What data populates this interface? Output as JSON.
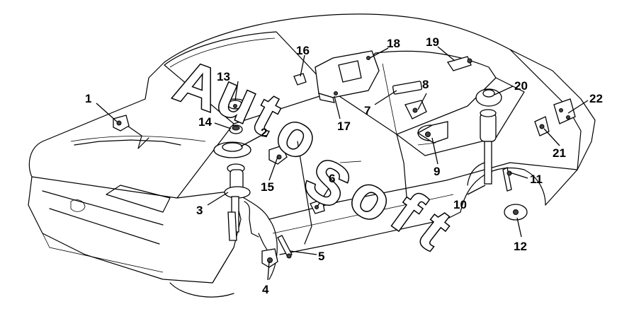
{
  "watermark": {
    "letters": [
      "A",
      "u",
      "t",
      "o",
      "S",
      "o",
      "f",
      "t"
    ]
  },
  "callouts": [
    {
      "id": "1",
      "label": "1"
    },
    {
      "id": "2",
      "label": "2"
    },
    {
      "id": "3",
      "label": "3"
    },
    {
      "id": "4",
      "label": "4"
    },
    {
      "id": "5",
      "label": "5"
    },
    {
      "id": "6",
      "label": "6"
    },
    {
      "id": "7",
      "label": "7"
    },
    {
      "id": "8",
      "label": "8"
    },
    {
      "id": "9",
      "label": "9"
    },
    {
      "id": "10",
      "label": "10"
    },
    {
      "id": "11",
      "label": "11"
    },
    {
      "id": "12",
      "label": "12"
    },
    {
      "id": "13",
      "label": "13"
    },
    {
      "id": "14",
      "label": "14"
    },
    {
      "id": "15",
      "label": "15"
    },
    {
      "id": "16",
      "label": "16"
    },
    {
      "id": "17",
      "label": "17"
    },
    {
      "id": "18",
      "label": "18"
    },
    {
      "id": "19",
      "label": "19"
    },
    {
      "id": "20",
      "label": "20"
    },
    {
      "id": "21",
      "label": "21"
    },
    {
      "id": "22",
      "label": "22"
    }
  ]
}
